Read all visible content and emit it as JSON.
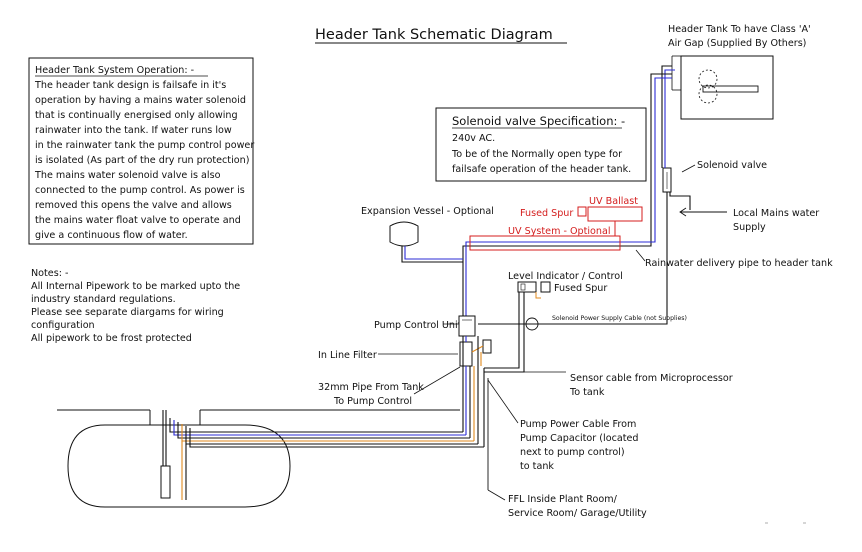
{
  "title": "Header Tank Schematic Diagram",
  "operation_box": {
    "heading": "Header Tank System Operation: -",
    "lines": [
      "The header tank design is failsafe in it's",
      "operation by having a mains water solenoid",
      "that is continually energised only allowing",
      "rainwater into the tank. If water runs low",
      "in the rainwater tank the pump control power",
      "is isolated (As part of the dry run protection)",
      "The mains water solenoid valve is also",
      "connected to the pump control. As power is",
      "removed this opens the valve and allows",
      "the mains water float valve to operate and",
      "give a continuous flow of water."
    ]
  },
  "solenoid_spec": {
    "heading": "Solenoid valve Specification: -",
    "lines": [
      "240v AC.",
      "To be of the Normally open type for",
      "failsafe operation of the header tank."
    ]
  },
  "notes": {
    "lines": [
      "Notes: -",
      "All Internal Pipework to be marked upto the",
      "industry standard regulations.",
      "Please see separate diargams for wiring",
      "configuration",
      "All pipework to be frost protected"
    ]
  },
  "labels": {
    "header_tank": [
      "Header Tank To have Class 'A'",
      "Air Gap (Supplied By Others)"
    ],
    "solenoid_valve": "Solenoid valve",
    "local_mains": [
      "Local Mains water",
      "Supply"
    ],
    "rainwater_delivery": "Rainwater delivery pipe to header tank",
    "expansion_vessel": "Expansion Vessel - Optional",
    "fused_spur_red": "Fused Spur",
    "uv_ballast": "UV Ballast",
    "uv_system": "UV System - Optional",
    "level_indicator": "Level Indicator / Control",
    "fused_spur": "Fused Spur",
    "solenoid_cable": "Solenoid Power Supply Cable (not Supplies)",
    "pump_control_unit": "Pump Control Unit",
    "in_line_filter": "In Line Filter",
    "pipe_from_tank": [
      "32mm Pipe From Tank",
      "To Pump Control"
    ],
    "sensor_cable": [
      "Sensor cable from Microprocessor",
      "To tank"
    ],
    "pump_power_cable": [
      "Pump Power Cable From",
      "Pump Capacitor (located",
      "next to pump control)",
      "to tank"
    ],
    "ffl": [
      "FFL Inside Plant Room/",
      "Service Room/ Garage/Utility"
    ]
  },
  "colors": {
    "blue_pipe": "#2b2bd6",
    "orange_cable": "#e08a1e",
    "red_uv": "#d41e1e",
    "line": "#111111"
  }
}
